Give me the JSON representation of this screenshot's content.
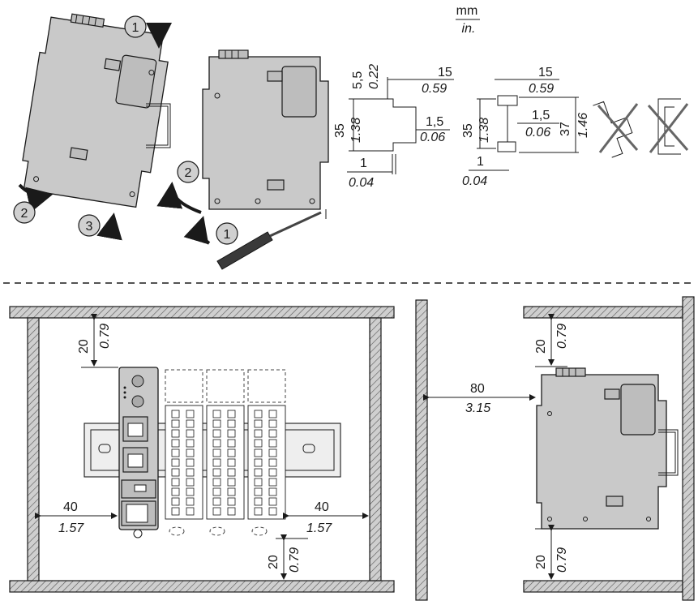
{
  "units": {
    "top": "mm",
    "bottom": "in."
  },
  "steps": {
    "one": "1",
    "two": "2",
    "three": "3"
  },
  "rail_single": {
    "top_depth_mm": "5,5",
    "top_depth_in": "0.22",
    "width_mm": "15",
    "width_in": "0.59",
    "height_mm": "35",
    "height_in": "1.38",
    "lip_mm": "1,5",
    "lip_in": "0.06",
    "thick_mm": "1",
    "thick_in": "0.04"
  },
  "rail_double": {
    "width_mm": "15",
    "width_in": "0.59",
    "height_mm": "35",
    "height_in": "1.38",
    "lip_mm": "1,5",
    "lip_in": "0.06",
    "total_mm": "37",
    "total_in": "1.46",
    "thick_mm": "1",
    "thick_in": "0.04"
  },
  "clearance_front": {
    "top_mm": "20",
    "top_in": "0.79",
    "left_mm": "40",
    "left_in": "1.57",
    "right_mm": "40",
    "right_in": "1.57",
    "bottom_mm": "20",
    "bottom_in": "0.79"
  },
  "clearance_side": {
    "front_mm": "80",
    "front_in": "3.15",
    "top_mm": "20",
    "top_in": "0.79",
    "bottom_mm": "20",
    "bottom_in": "0.79"
  }
}
